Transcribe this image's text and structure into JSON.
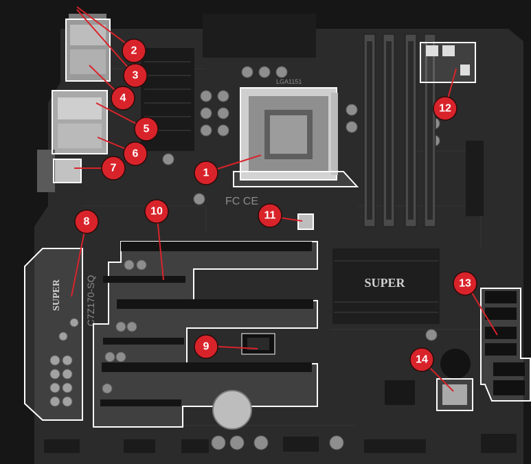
{
  "board": {
    "brand_main": "SUPER",
    "brand_side": "SUPER",
    "model_text": "C7Z170-SQ",
    "silk_socket": "LGA1151",
    "silk_fcc": "FC CE"
  },
  "callouts": [
    {
      "id": "1",
      "label": "1"
    },
    {
      "id": "2",
      "label": "2"
    },
    {
      "id": "3",
      "label": "3"
    },
    {
      "id": "4",
      "label": "4"
    },
    {
      "id": "5",
      "label": "5"
    },
    {
      "id": "6",
      "label": "6"
    },
    {
      "id": "7",
      "label": "7"
    },
    {
      "id": "8",
      "label": "8"
    },
    {
      "id": "9",
      "label": "9"
    },
    {
      "id": "10",
      "label": "10"
    },
    {
      "id": "11",
      "label": "11"
    },
    {
      "id": "12",
      "label": "12"
    },
    {
      "id": "13",
      "label": "13"
    },
    {
      "id": "14",
      "label": "14"
    }
  ],
  "colors": {
    "background": "#161616",
    "board": "#2c2c2c",
    "callout_fill": "#d9232a",
    "outline": "#ffffff"
  }
}
